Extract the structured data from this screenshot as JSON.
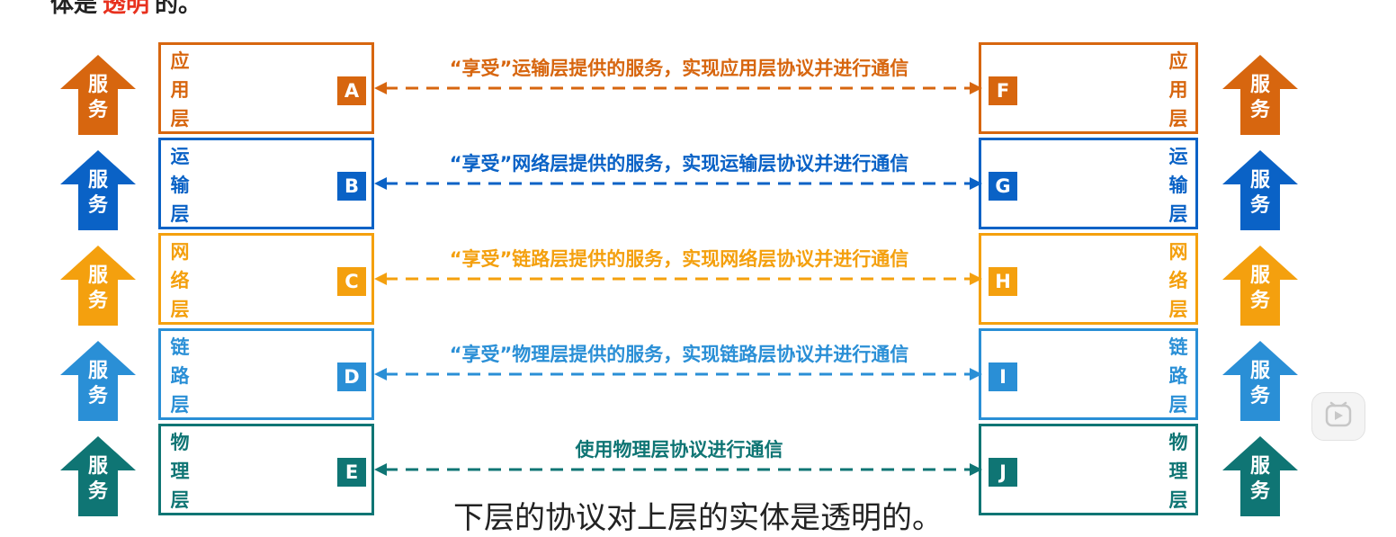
{
  "header": {
    "prefix": "体是",
    "highlight": "透明",
    "suffix": "的。"
  },
  "colors": {
    "application": "#d7660f",
    "transport": "#0a62c6",
    "network": "#f4a00e",
    "datalink": "#2a8fd6",
    "physical": "#0f7574"
  },
  "service_label": [
    "服",
    "务"
  ],
  "layers": [
    {
      "key": "application",
      "name": [
        "应",
        "用",
        "层"
      ],
      "left_entity": "A",
      "right_entity": "F",
      "link_text": "“享受”运输层提供的服务，实现应用层协议并进行通信"
    },
    {
      "key": "transport",
      "name": [
        "运",
        "输",
        "层"
      ],
      "left_entity": "B",
      "right_entity": "G",
      "link_text": "“享受”网络层提供的服务，实现运输层协议并进行通信"
    },
    {
      "key": "network",
      "name": [
        "网",
        "络",
        "层"
      ],
      "left_entity": "C",
      "right_entity": "H",
      "link_text": "“享受”链路层提供的服务，实现网络层协议并进行通信"
    },
    {
      "key": "datalink",
      "name": [
        "链",
        "路",
        "层"
      ],
      "left_entity": "D",
      "right_entity": "I",
      "link_text": "“享受”物理层提供的服务，实现链路层协议并进行通信"
    },
    {
      "key": "physical",
      "name": [
        "物",
        "理",
        "层"
      ],
      "left_entity": "E",
      "right_entity": "J",
      "link_text": "使用物理层协议进行通信"
    }
  ],
  "subtitle": "下层的协议对上层的实体是透明的。",
  "player": {
    "play_icon": "play-icon"
  }
}
